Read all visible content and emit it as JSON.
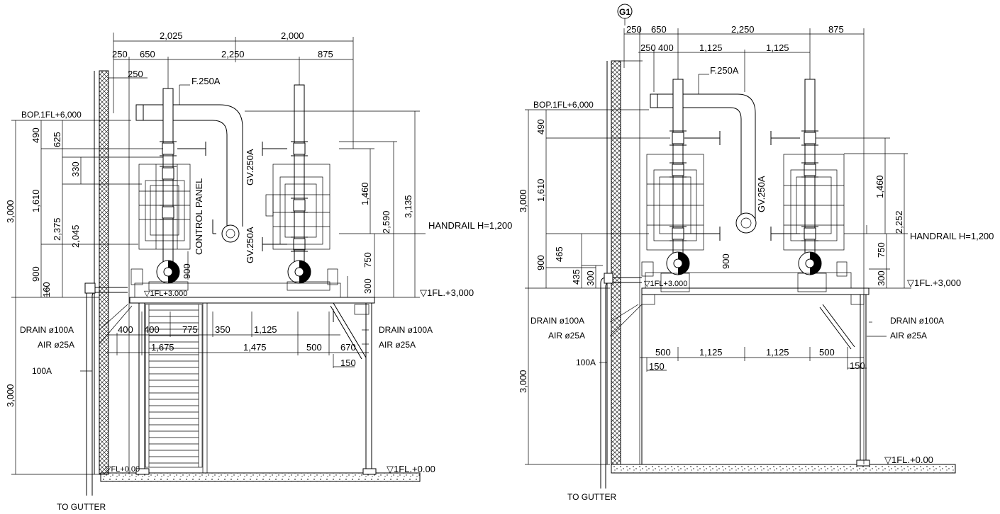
{
  "left_elevation": {
    "top_dims": [
      "2,025",
      "2,000"
    ],
    "row2_dims": [
      "250",
      "650",
      "2,250",
      "875"
    ],
    "wall_dim": "250",
    "pipe_label": "F.250A",
    "level_bop": "BOP.1FL+6,000",
    "level_1fl": "▽1FL.+3,000",
    "level_ground": "▽1FL.+0.00",
    "small_level": "▽1FL+3.000",
    "small_ground": "▽FL+0.00",
    "vertical_left": [
      "3,000",
      "1,610",
      "490",
      "625",
      "330",
      "2,375",
      "2,045",
      "900",
      "160",
      "3,000"
    ],
    "vertical_right": [
      "1,460",
      "2,590",
      "3,135",
      "750",
      "300"
    ],
    "pump_dim": "900",
    "control_panel": "CONTROL PANEL",
    "gate_valve_1": "GV.250A",
    "gate_valve_2": "GV.250A",
    "handrail": "HANDRAIL H=1,200",
    "drain_left": "DRAIN ø100A",
    "air_left": "AIR ø25A",
    "drain_right": "DRAIN ø100A",
    "air_right": "AIR ø25A",
    "pipe_100a": "100A",
    "to_gutter": "TO GUTTER",
    "lower_row1": [
      "400",
      "400",
      "775",
      "350",
      "1,125"
    ],
    "lower_row2": [
      "1,675",
      "1,475",
      "500",
      "670"
    ],
    "dim_150": "150"
  },
  "right_elevation": {
    "grid_tag": "G1",
    "top_dims": [
      "250",
      "650",
      "2,250",
      "875"
    ],
    "row2_dims": [
      "250",
      "400",
      "1,125",
      "1,125"
    ],
    "pipe_label": "F.250A",
    "level_bop": "BOP.1FL+6,000",
    "level_1fl": "▽1FL.+3,000",
    "level_ground": "▽1FL.+0.00",
    "small_level": "▽1FL+3.000",
    "vertical_left": [
      "3,000",
      "490",
      "1,610",
      "900",
      "465",
      "435",
      "300",
      "3,000"
    ],
    "vertical_right": [
      "1,460",
      "2,252",
      "750",
      "300"
    ],
    "pump_dim": "900",
    "gate_valve": "GV.250A",
    "handrail": "HANDRAIL H=1,200",
    "drain_left": "DRAIN ø100A",
    "air_left": "AIR ø25A",
    "drain_right": "DRAIN ø100A",
    "air_right": "AIR ø25A",
    "pipe_100a": "100A",
    "to_gutter": "TO GUTTER",
    "lower_dims": [
      "500",
      "1,125",
      "1,125",
      "500"
    ],
    "dim_150_left": "150",
    "dim_150_right": "150"
  }
}
